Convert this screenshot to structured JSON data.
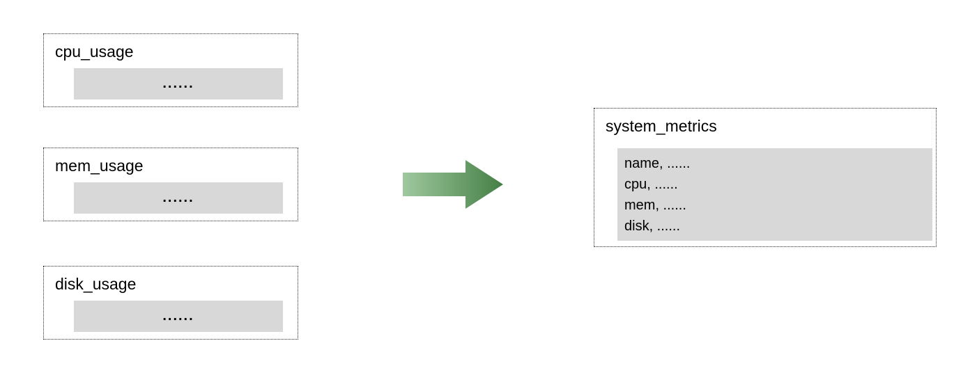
{
  "diagram": {
    "sources": [
      {
        "title": "cpu_usage",
        "content": "......"
      },
      {
        "title": "mem_usage",
        "content": "......"
      },
      {
        "title": "disk_usage",
        "content": "......"
      }
    ],
    "arrow": {
      "icon": "right-arrow",
      "color_start": "#9fc89f",
      "color_end": "#457f45"
    },
    "target": {
      "title": "system_metrics",
      "panel_fill": "#d8d8d8",
      "fields": [
        "name, ......",
        "cpu, ......",
        "mem, ......",
        "disk, ......"
      ]
    }
  }
}
